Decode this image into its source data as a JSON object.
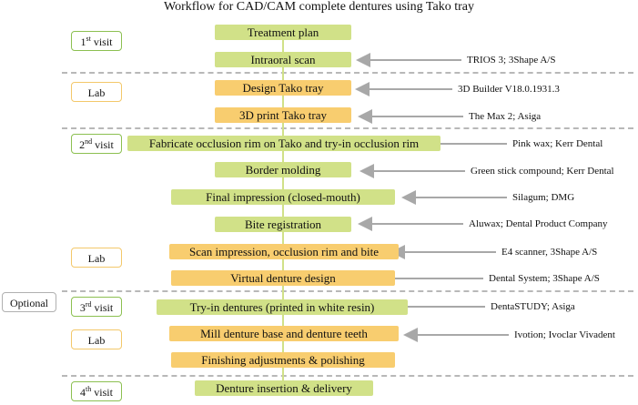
{
  "title": "Workflow for CAD/CAM complete dentures using Tako tray",
  "labels": {
    "visit1_num": "1",
    "visit1_sup": "st",
    "visit1_word": " visit",
    "lab1": "Lab",
    "visit2_num": "2",
    "visit2_sup": "nd",
    "visit2_word": " visit",
    "lab2": "Lab",
    "optional": "Optional",
    "visit3_num": "3",
    "visit3_sup": "rd",
    "visit3_word": " visit",
    "lab3": "Lab",
    "visit4_num": "4",
    "visit4_sup": "th",
    "visit4_word": " visit"
  },
  "steps": [
    {
      "text": "Treatment plan",
      "kind": "green"
    },
    {
      "text": "Intraoral scan",
      "kind": "green"
    },
    {
      "text": "Design Tako tray",
      "kind": "orange"
    },
    {
      "text": "3D print Tako tray",
      "kind": "orange"
    },
    {
      "text": "Fabricate occlusion rim on Tako and try-in occlusion rim",
      "kind": "green"
    },
    {
      "text": "Border molding",
      "kind": "green"
    },
    {
      "text": "Final impression (closed-mouth)",
      "kind": "green"
    },
    {
      "text": "Bite registration",
      "kind": "green"
    },
    {
      "text": "Scan impression, occlusion rim and bite",
      "kind": "orange"
    },
    {
      "text": "Virtual denture design",
      "kind": "orange"
    },
    {
      "text": "Try-in dentures (printed in white resin)",
      "kind": "green"
    },
    {
      "text": "Mill denture base and denture teeth",
      "kind": "orange"
    },
    {
      "text": "Finishing adjustments & polishing",
      "kind": "orange"
    },
    {
      "text": "Denture insertion & delivery",
      "kind": "green"
    }
  ],
  "notes": [
    "TRIOS 3; 3Shape A/S",
    "3D Builder V18.0.1931.3",
    "The Max 2; Asiga",
    "Pink wax; Kerr Dental",
    "Green stick compound; Kerr Dental",
    "Silagum; DMG",
    "Aluwax; Dental Product Company",
    "E4 scanner, 3Shape A/S",
    "Dental System; 3Shape A/S",
    "DentaSTUDY; Asiga",
    "Ivotion; Ivoclar Vivadent"
  ],
  "colors": {
    "visit_step": "#d1e188",
    "lab_step": "#f8cd6f",
    "visit_border": "#8cc051",
    "lab_border": "#f3c86a",
    "arrow": "#a8a8a8"
  }
}
